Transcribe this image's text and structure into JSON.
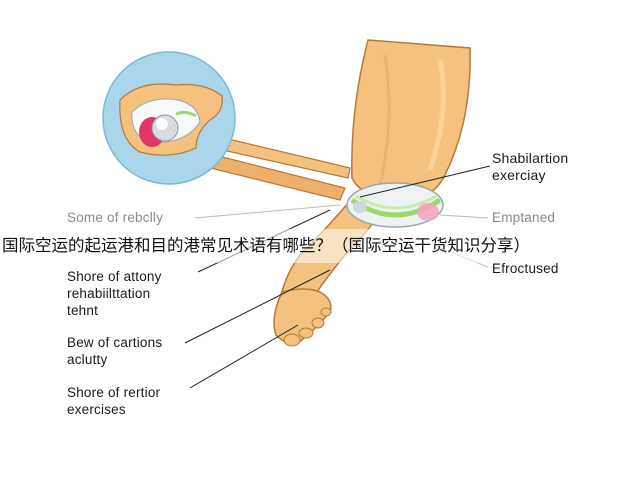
{
  "banner": {
    "title": "国际空运的起运港和目的港常见术语有哪些？（国际空运干货知识分享）"
  },
  "labels": {
    "top_right_line1": "Shabilartion",
    "top_right_line2": "exerciay",
    "mid_left": "Some of rebclly",
    "mid_right": "Emptaned",
    "lower_right": "Efroctused",
    "left_a_line1": "Shore of attony",
    "left_a_line2": "rehabiilttation",
    "left_a_line3": "tehnt",
    "left_b_line1": "Bew of cartions",
    "left_b_line2": "aclutty",
    "left_c_line1": "Shore of rertior",
    "left_c_line2": "exercises"
  },
  "colors": {
    "skin": "#f4c27e",
    "skin_shadow": "#dc9a52",
    "outline": "#b57a3a",
    "bone": "#eef2f4",
    "inset_bg": "#a9d6ea",
    "cartilage": "#9fd86a",
    "inflamed": "#e0366a",
    "leader": "#222222"
  }
}
